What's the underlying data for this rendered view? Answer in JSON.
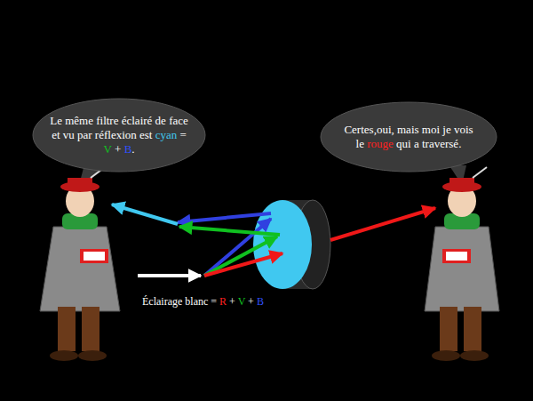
{
  "diagram": {
    "nodes": [
      {
        "text": [
          "Le même filtre éclairé de face et vu par réflexion est cyan = V + B."
        ]
      },
      {
        "text": [
          "Certes,oui, mais moi je vois le rouge qui a traversé."
        ]
      }
    ],
    "labels": [
      "Éclairage blanc = R + V + B"
    ]
  }
}
